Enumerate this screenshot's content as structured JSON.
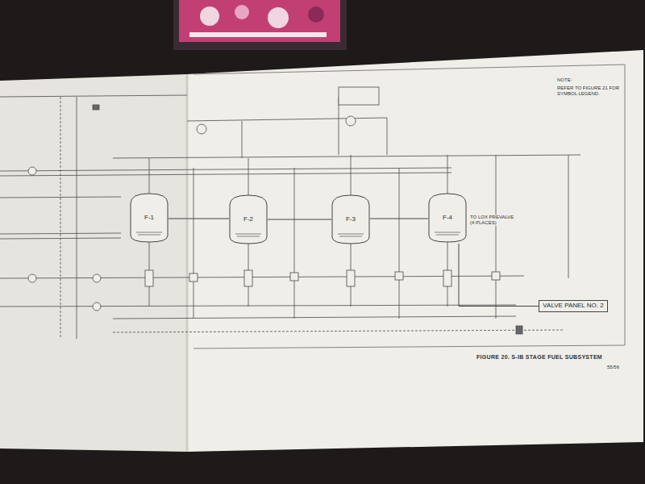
{
  "diagram": {
    "caption": "FIGURE 20. S-IB STAGE FUEL SUBSYSTEM",
    "nodes": [
      {
        "text": [
          "F-1"
        ]
      },
      {
        "text": [
          "F-2"
        ]
      },
      {
        "text": [
          "F-3"
        ]
      },
      {
        "text": [
          "F-4"
        ]
      },
      {
        "text": [
          "VALVE PANEL NO. 2"
        ]
      }
    ],
    "edges": [
      {
        "from": 0,
        "to": 1,
        "arrow": "none"
      },
      {
        "from": 1,
        "to": 2,
        "arrow": "none"
      },
      {
        "from": 2,
        "to": 3,
        "arrow": "none"
      },
      {
        "from": 3,
        "to": 4,
        "arrow": "none"
      }
    ],
    "labels": [
      "NOTE:",
      "REFER TO FIGURE 21 FOR SYMBOL LEGEND.",
      "TO LOX PREVALVE (4 PLACES)",
      "55/56"
    ]
  }
}
